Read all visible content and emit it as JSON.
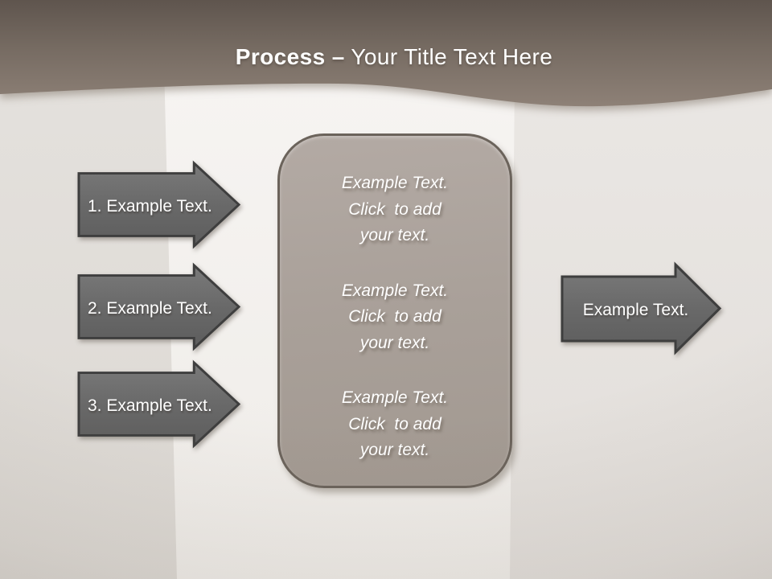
{
  "slide": {
    "title": {
      "bold": "Process –",
      "regular": "Your Title Text Here"
    }
  },
  "left_arrows": [
    {
      "label": "1. Example Text."
    },
    {
      "label": "2. Example Text."
    },
    {
      "label": "3. Example Text."
    }
  ],
  "right_arrow": {
    "label": "Example Text."
  },
  "center_box": {
    "paragraphs": [
      "Example Text.\nClick  to add\nyour text.",
      "Example Text.\nClick  to add\nyour text.",
      "Example Text.\nClick  to add\nyour text."
    ]
  },
  "colors": {
    "header_gradient_top": "#5f554e",
    "header_gradient_bottom": "#8e8177",
    "arrow_fill": "#6b6b6b",
    "arrow_border": "#3e3e3e",
    "box_fill": "#a9a099",
    "box_border": "#6b635b",
    "background_side": "#e6e2de",
    "background_center": "#f5f3f0",
    "text": "#ffffff"
  }
}
